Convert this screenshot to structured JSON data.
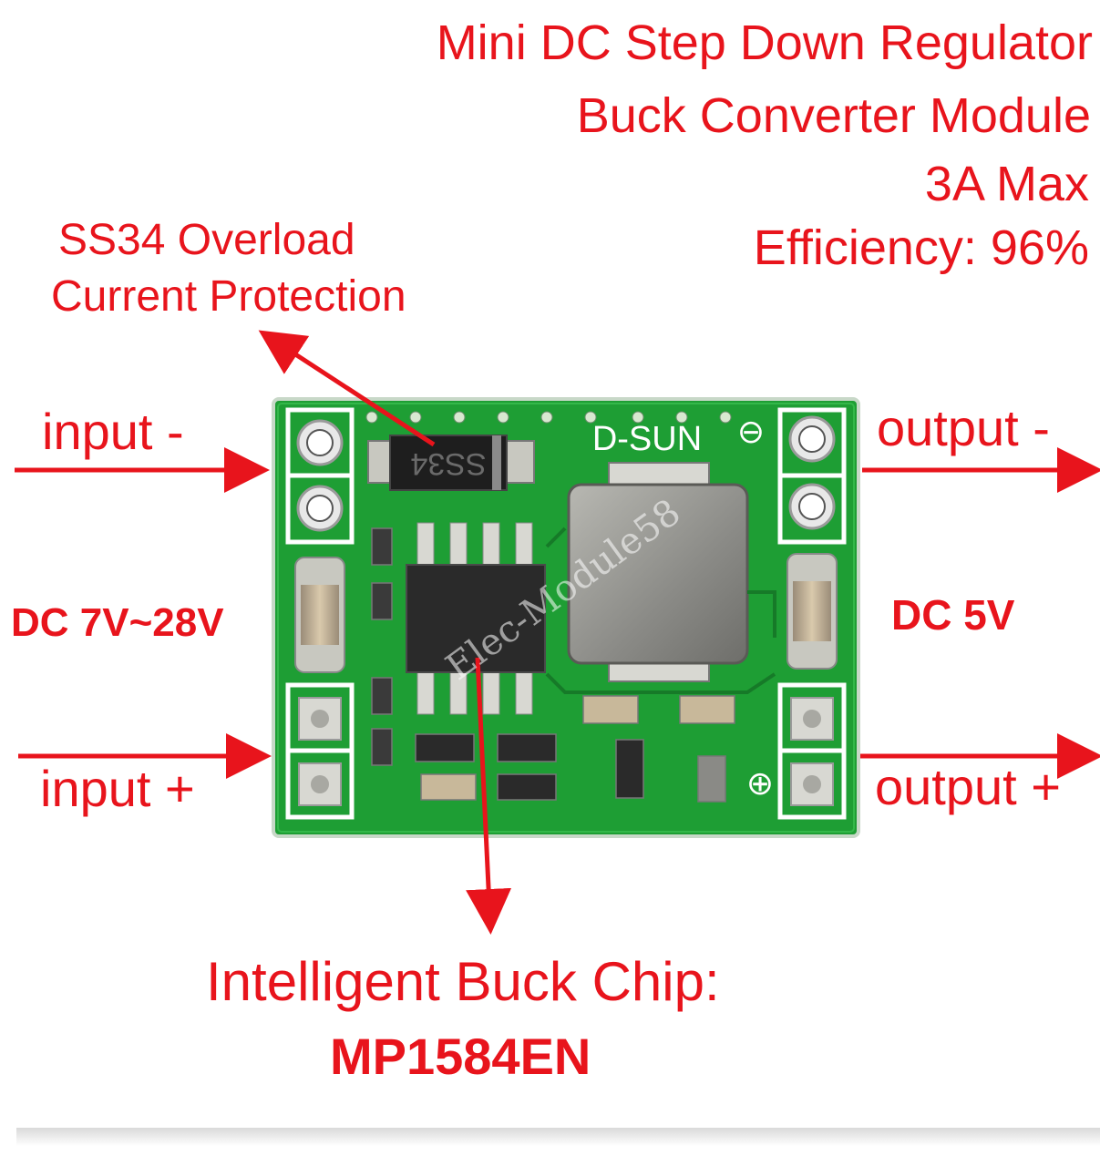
{
  "heading": {
    "line1": "Mini DC Step Down Regulator",
    "line2": "Buck Converter Module",
    "line3": "3A Max",
    "line4": "Efficiency: 96%"
  },
  "callout_ss34": {
    "line1": "SS34 Overload",
    "line2": "Current Protection"
  },
  "callout_chip": {
    "line1": "Intelligent Buck Chip:",
    "line2": "MP1584EN"
  },
  "terminals": {
    "input_minus": "input -",
    "input_plus": "input +",
    "output_minus": "output -",
    "output_plus": "output +",
    "input_voltage": "DC 7V~28V",
    "output_voltage": "DC 5V"
  },
  "board_markings": {
    "brand": "D-SUN",
    "diode": "SS34",
    "minus_symbol": "⊖",
    "plus_symbol": "⊕",
    "watermark": "Elec-Module58"
  },
  "colors": {
    "annotation": "#e8141c",
    "pcb": "#1e9e34",
    "silkscreen": "#ffffff",
    "inductor": "#8a8a86"
  }
}
